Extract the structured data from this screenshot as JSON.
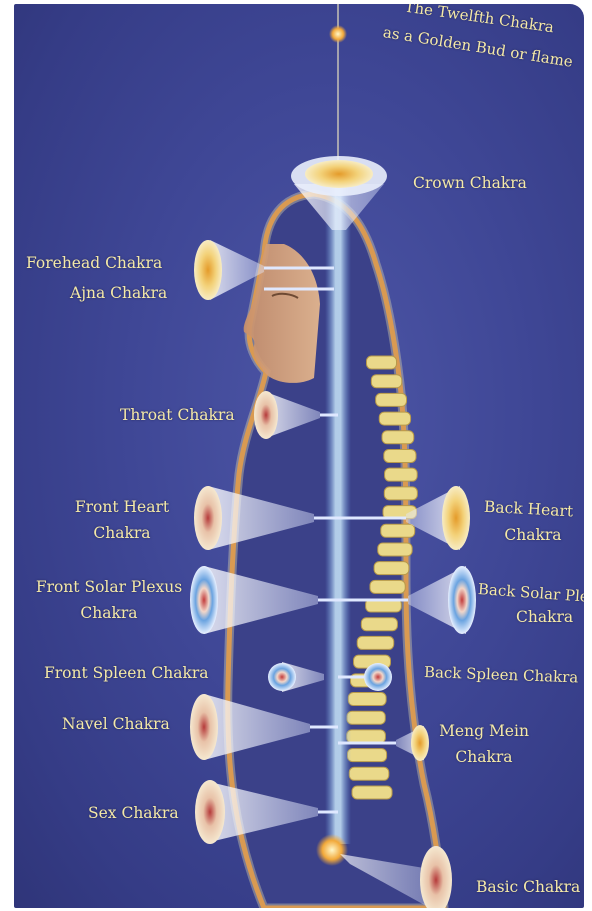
{
  "labels": {
    "twelfth_line1": "The Twelfth Chakra",
    "twelfth_line2": "as a Golden Bud or flame",
    "crown": "Crown Chakra",
    "forehead": "Forehead Chakra",
    "ajna": "Ajna Chakra",
    "throat": "Throat Chakra",
    "front_heart_1": "Front Heart",
    "front_heart_2": "Chakra",
    "back_heart_1": "Back Heart",
    "back_heart_2": "Chakra",
    "front_solar_1": "Front Solar Plexus",
    "front_solar_2": "Chakra",
    "back_solar_1": "Back Solar Plexus",
    "back_solar_2": "Chakra",
    "front_spleen": "Front Spleen Chakra",
    "back_spleen": "Back Spleen Chakra",
    "navel": "Navel Chakra",
    "meng_mein_1": "Meng Mein",
    "meng_mein_2": "Chakra",
    "sex": "Sex Chakra",
    "basic": "Basic Chakra"
  },
  "colors": {
    "background": "#3f4796",
    "label_text": "#f4e9a8",
    "energy_channel": "#bfe6ff",
    "spine": "#e8d98a",
    "body_outline": "#d99a52"
  }
}
